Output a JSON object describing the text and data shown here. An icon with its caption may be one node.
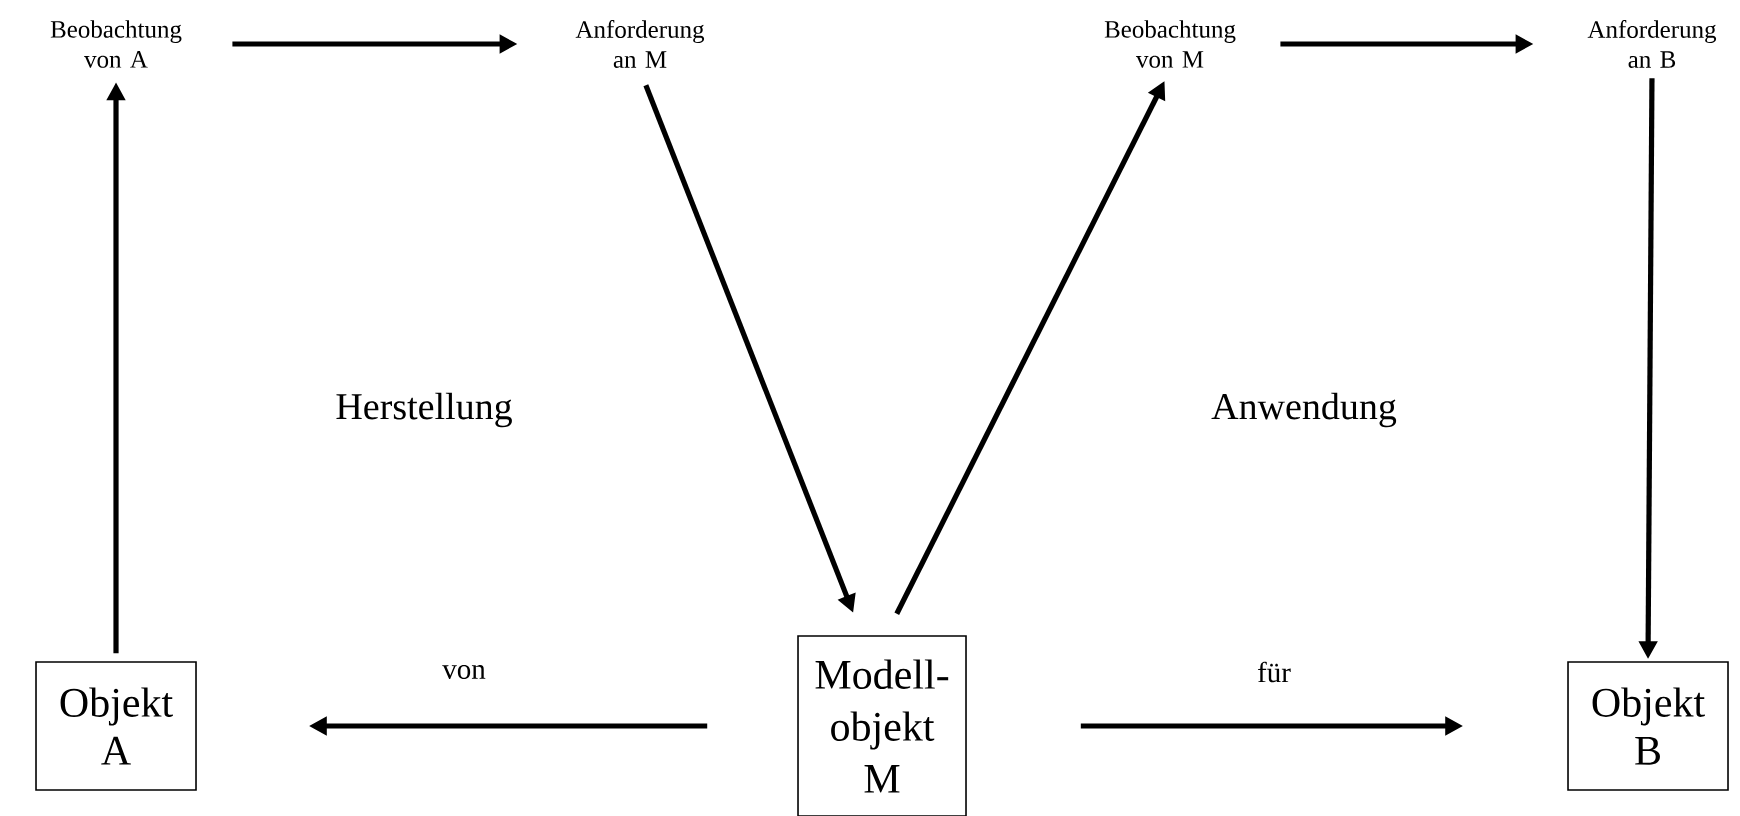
{
  "diagram": {
    "nodes": [
      {
        "text": [
          "Beobachtung von A"
        ]
      },
      {
        "text": [
          "Anforderung an M"
        ]
      },
      {
        "text": [
          "Beobachtung von M"
        ]
      },
      {
        "text": [
          "Anforderung an B"
        ]
      },
      {
        "text": [
          "Objekt A"
        ]
      },
      {
        "text": [
          "Modell-objekt M"
        ]
      },
      {
        "text": [
          "Objekt B"
        ]
      }
    ],
    "edges": [
      {
        "from": 4,
        "to": 0,
        "arrow": "to"
      },
      {
        "from": 0,
        "to": 1,
        "arrow": "to"
      },
      {
        "from": 1,
        "to": 5,
        "arrow": "to"
      },
      {
        "from": 5,
        "to": 2,
        "arrow": "to"
      },
      {
        "from": 2,
        "to": 3,
        "arrow": "to"
      },
      {
        "from": 3,
        "to": 6,
        "arrow": "to"
      },
      {
        "from": 5,
        "to": 4,
        "arrow": "to",
        "label": "von"
      },
      {
        "from": 5,
        "to": 6,
        "arrow": "to",
        "label": "für"
      }
    ],
    "labels": [
      "Herstellung",
      "Anwendung"
    ]
  }
}
